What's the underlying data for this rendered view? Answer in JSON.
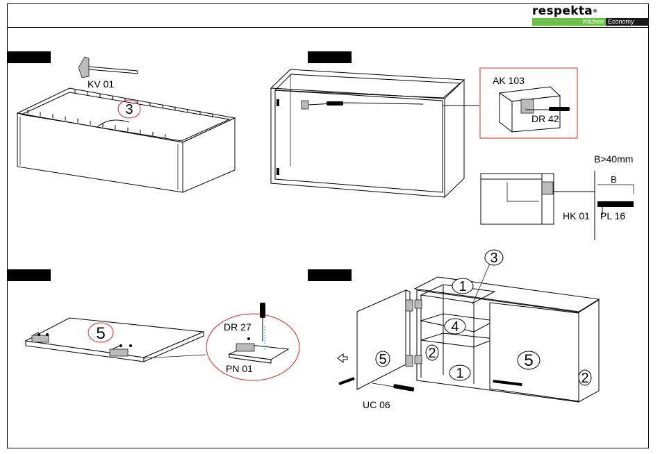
{
  "brand": {
    "name": "respekta",
    "registered": "®",
    "kitchen": "Kitchen",
    "economy": "Economy",
    "colors": {
      "green": "#6cc04a",
      "dark": "#1a1a1a"
    }
  },
  "parts": {
    "kv01": "KV 01",
    "ak103": "AK 103",
    "dr42": "DR 42",
    "b_rule": "B>40mm",
    "b_mark": "B",
    "hk01": "HK 01",
    "pl16": "PL 16",
    "dr27": "DR 27",
    "pn01": "PN 01",
    "uc06": "UC 06"
  },
  "numbers": {
    "step1_panel": "3",
    "step3_panel": "5",
    "step4_top": "3",
    "step4_shelf_top": "1",
    "step4_shelf_mid": "4",
    "step4_shelf_bottom": "1",
    "step4_side_left": "2",
    "step4_door_left": "5",
    "step4_door_right": "5",
    "step4_side_right": "2"
  },
  "colors": {
    "callout_red": "#d62a2a",
    "line": "#000000"
  }
}
